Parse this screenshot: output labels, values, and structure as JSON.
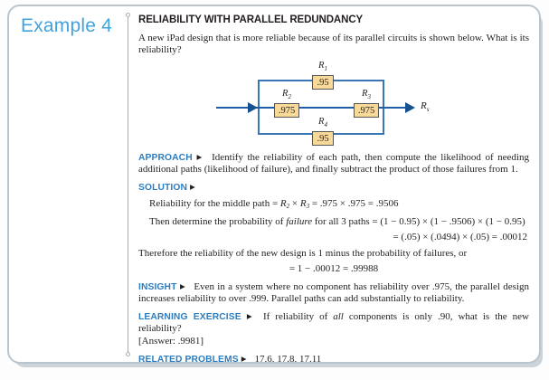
{
  "colors": {
    "example_blue": "#41a3dd",
    "section_blue": "#2d7dc1",
    "box_fill": "#f9d998",
    "box_border": "#55565a",
    "line_blue": "#1f5fa9"
  },
  "ui": {
    "marker": "▶"
  },
  "example_label": "Example 4",
  "header": {
    "title": "RELIABILITY WITH PARALLEL REDUNDANCY"
  },
  "problem": "A new iPad design that is more reliable because of its parallel circuits is shown below. What is its reliability?",
  "diagram": {
    "boxes": [
      {
        "symbol": "R",
        "sub": "1",
        "value": ".95"
      },
      {
        "symbol": "R",
        "sub": "2",
        "value": ".975"
      },
      {
        "symbol": "R",
        "sub": "3",
        "value": ".975"
      },
      {
        "symbol": "R",
        "sub": "4",
        "value": ".95"
      }
    ],
    "output": {
      "symbol": "R",
      "sub": "s"
    }
  },
  "approach": {
    "label": "APPROACH",
    "text": "Identify the reliability of each path, then compute the likelihood of needing additional paths (likelihood of failure), and finally subtract the product of those failures from 1."
  },
  "solution": {
    "label": "SOLUTION",
    "line1": {
      "lead": "Reliability for the middle path = ",
      "sym1": "R",
      "sub1": "2",
      "op": " × ",
      "sym2": "R",
      "sub2": "3",
      "tail": " = .975 × .975 = .9506"
    },
    "line2": {
      "lead": "Then determine the probability of ",
      "emphasis": "failure",
      "tail": " for all 3 paths = (1 − 0.95) × (1 − .9506) × (1 − 0.95)"
    },
    "line3": "= (.05) × (.0494) × (.05) = .00012",
    "line4": "Therefore the reliability of the new design is 1 minus the probability of failures, or",
    "line5": "= 1 − .00012 = .99988"
  },
  "insight": {
    "label": "INSIGHT",
    "text": "Even in a system where no component has reliability over .975, the parallel design increases reliability to over .999. Parallel paths can add substantially to reliability."
  },
  "learning_exercise": {
    "label": "LEARNING EXERCISE",
    "lead": "If reliability of ",
    "emphasis": "all",
    "tail": " components is only .90, what is the new reliability?",
    "answer": "[Answer: .9981]"
  },
  "related_problems": {
    "label": "RELATED PROBLEMS",
    "text": "17.6, 17.8, 17.11"
  }
}
